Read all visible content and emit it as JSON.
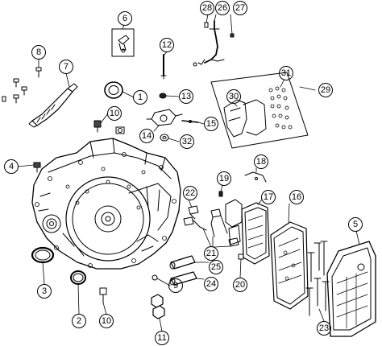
{
  "diagram": {
    "callouts": [
      {
        "id": "c1",
        "label": "1"
      },
      {
        "id": "c2",
        "label": "2"
      },
      {
        "id": "c3",
        "label": "3"
      },
      {
        "id": "c4",
        "label": "4"
      },
      {
        "id": "c5",
        "label": "5"
      },
      {
        "id": "c6",
        "label": "6"
      },
      {
        "id": "c7",
        "label": "7"
      },
      {
        "id": "c8",
        "label": "8"
      },
      {
        "id": "c9",
        "label": "9"
      },
      {
        "id": "c10a",
        "label": "10"
      },
      {
        "id": "c10b",
        "label": "10"
      },
      {
        "id": "c11",
        "label": "11"
      },
      {
        "id": "c12",
        "label": "12"
      },
      {
        "id": "c13",
        "label": "13"
      },
      {
        "id": "c14",
        "label": "14"
      },
      {
        "id": "c15",
        "label": "15"
      },
      {
        "id": "c16",
        "label": "16"
      },
      {
        "id": "c17",
        "label": "17"
      },
      {
        "id": "c18",
        "label": "18"
      },
      {
        "id": "c19",
        "label": "19"
      },
      {
        "id": "c20",
        "label": "20"
      },
      {
        "id": "c21",
        "label": "21"
      },
      {
        "id": "c22",
        "label": "22"
      },
      {
        "id": "c23",
        "label": "23"
      },
      {
        "id": "c24",
        "label": "24"
      },
      {
        "id": "c25",
        "label": "25"
      },
      {
        "id": "c26",
        "label": "26"
      },
      {
        "id": "c27",
        "label": "27"
      },
      {
        "id": "c28",
        "label": "28"
      },
      {
        "id": "c29",
        "label": "29"
      },
      {
        "id": "c30",
        "label": "30"
      },
      {
        "id": "c31",
        "label": "31"
      },
      {
        "id": "c32",
        "label": "32"
      }
    ]
  }
}
